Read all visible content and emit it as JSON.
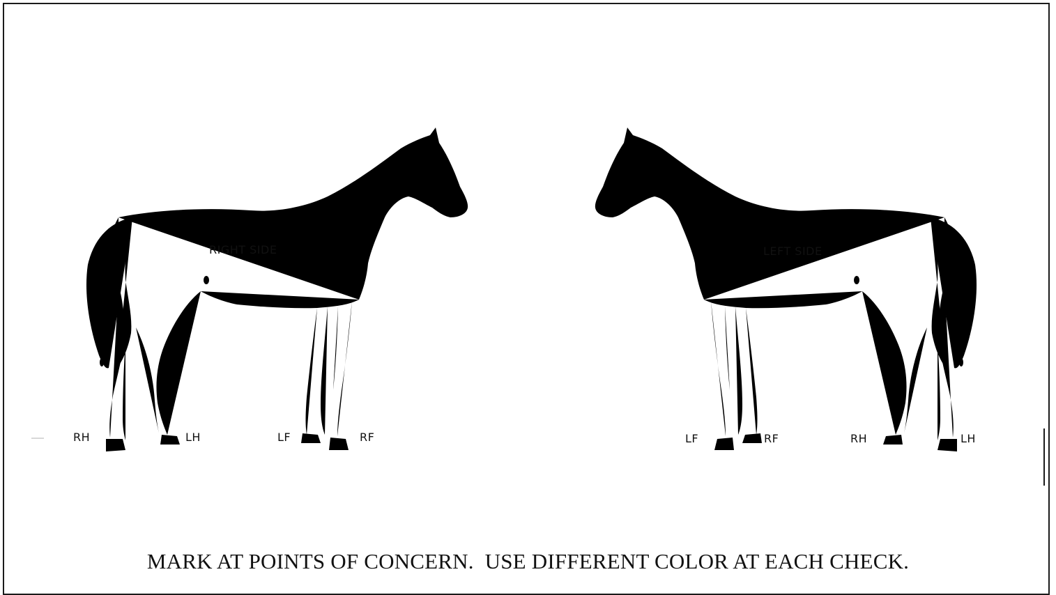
{
  "right_horse": {
    "side_label": "RIGHT SIDE",
    "leg_labels": {
      "rh": "RH",
      "lh": "LH",
      "lf": "LF",
      "rf": "RF"
    }
  },
  "left_horse": {
    "side_label": "LEFT SIDE",
    "leg_labels": {
      "lf": "LF",
      "rf": "RF",
      "rh": "RH",
      "lh": "LH"
    }
  },
  "caption": "MARK AT POINTS OF CONCERN.  USE DIFFERENT COLOR AT EACH CHECK."
}
